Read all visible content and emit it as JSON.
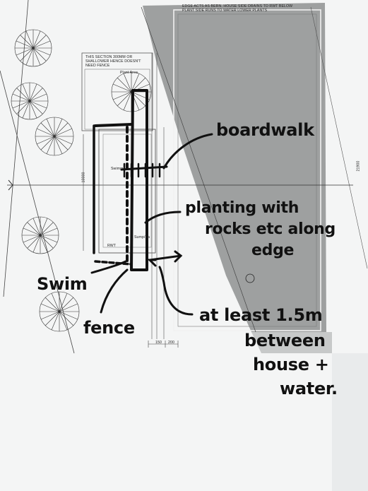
{
  "plan": {
    "top_note_line1": "EDGE ACTS AS BERN.  HOUSE SIDE DRAINS TO RWT BELOW",
    "top_note_line2": "PLANT SIDE RUNS TO WATER LOWER PLANTS",
    "section_note_line1": "THIS SECTION 300MM OR",
    "section_note_line2": "SHALLOWER HENCE DOESN'T",
    "section_note_line3": "NEED FENCE",
    "plant_area_label": "Plant Area",
    "swimming_label": "Swimm",
    "dimension_vertical": "10000",
    "dimension_right": "21900",
    "rwt_label": "RWT",
    "sump_label": "Sump/Sa",
    "dim_bottom_1": "150",
    "dim_bottom_2": "200"
  },
  "handwritten": {
    "boardwalk": "boardwalk",
    "planting_line1": "planting with",
    "planting_line2": "rocks etc along",
    "planting_line3": "edge",
    "swim": "Swim",
    "fence": "fence",
    "distance_line1": "at least 1.5m",
    "distance_line2": "between",
    "distance_line3": "house +",
    "distance_line4": "water."
  },
  "colors": {
    "paper": "#f4f5f5",
    "house_fill": "#9ea0a0",
    "ink": "#111111",
    "line": "#333333"
  }
}
